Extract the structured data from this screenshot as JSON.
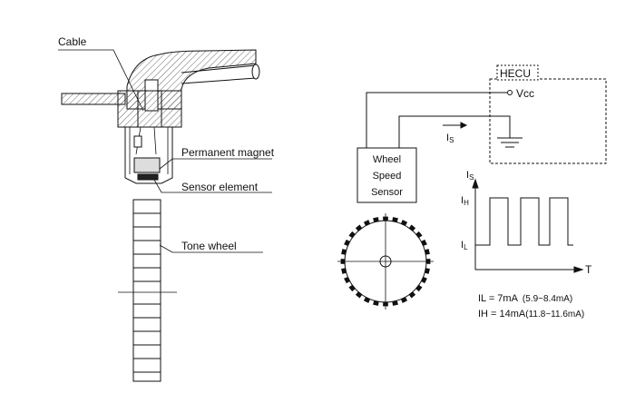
{
  "sensor_labels": {
    "cable": "Cable",
    "permanent_magnet": "Permanent magnet",
    "sensor_element": "Sensor element",
    "tone_wheel": "Tone wheel"
  },
  "circuit": {
    "hecu": "HECU",
    "vcc": "Vcc",
    "current_main": "I",
    "current_sub": "S",
    "sensor_box": [
      "Wheel",
      "Speed",
      "Sensor"
    ]
  },
  "signal_plot": {
    "y_axis_main": "I",
    "y_axis_sub": "S",
    "high_main": "I",
    "high_sub": "H",
    "low_main": "I",
    "low_sub": "L",
    "x_axis": "T"
  },
  "specs": [
    {
      "label": "IL = 7mA",
      "range": "(5.9~8.4mA)"
    },
    {
      "label": "IH = 14mA",
      "range": "(11.8~11.6mA)"
    }
  ]
}
